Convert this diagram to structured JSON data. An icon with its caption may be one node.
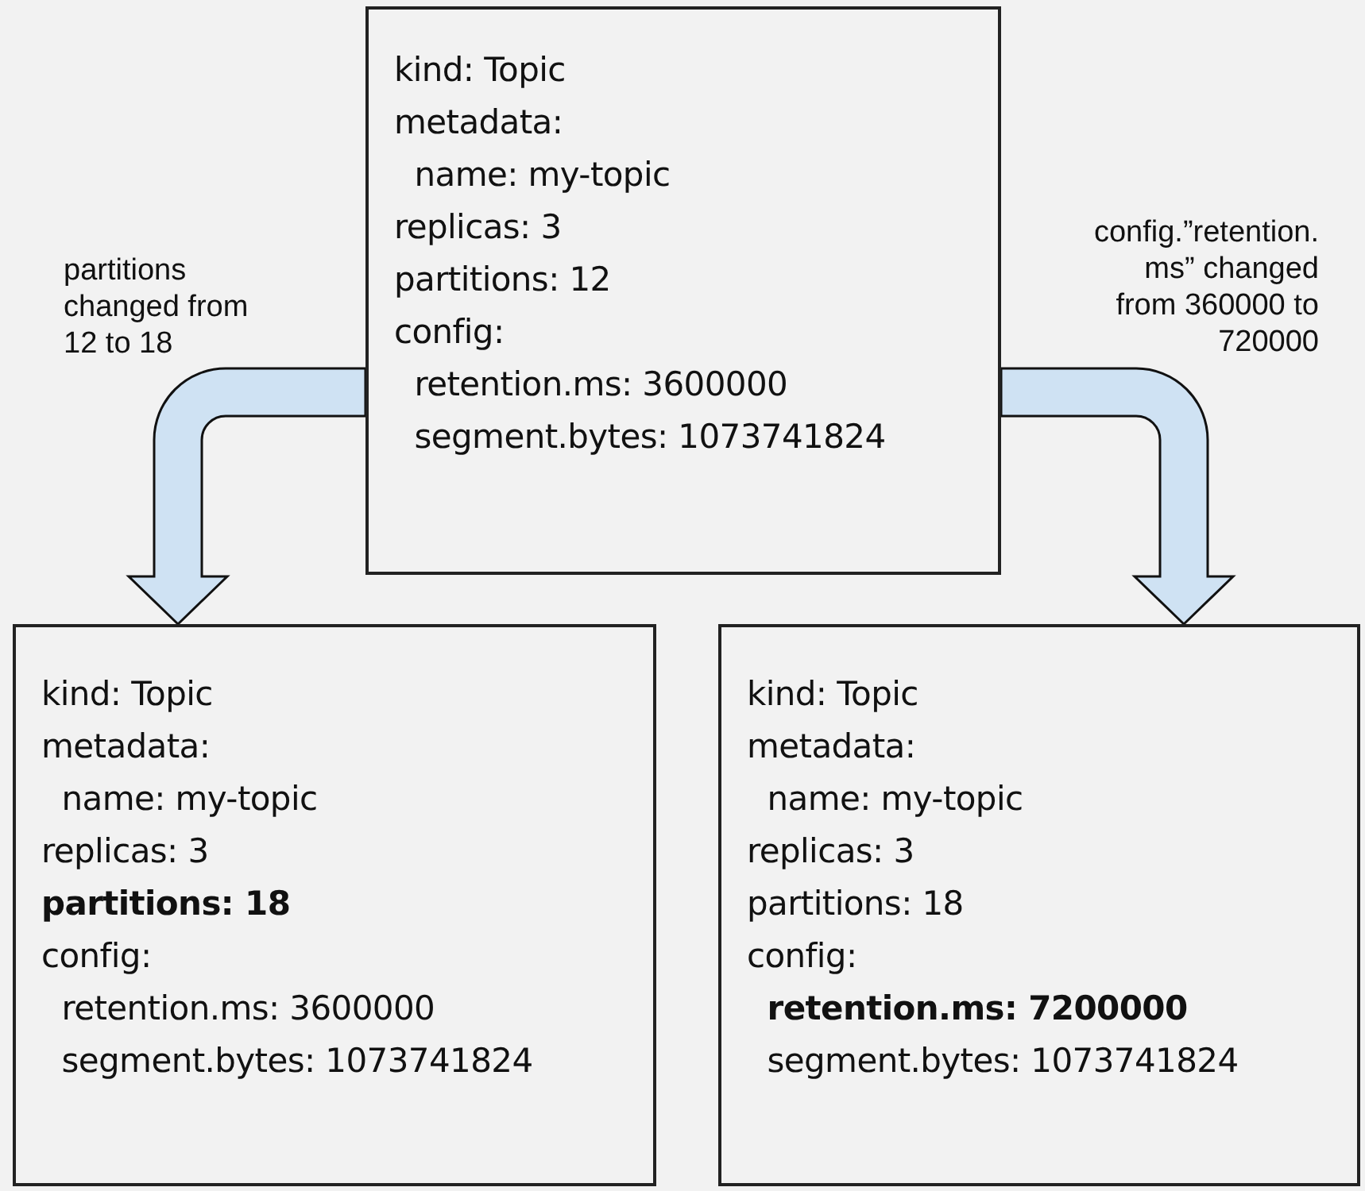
{
  "diagram": {
    "nodes": [
      {
        "text": [
          "kind: Topic",
          "metadata:",
          "  name: my-topic",
          "replicas: 3",
          "partitions: 12",
          "config:",
          "  retention.ms: 3600000",
          "  segment.bytes: 1073741824"
        ]
      },
      {
        "text": [
          "kind: Topic",
          "metadata:",
          "  name: my-topic",
          "replicas: 3",
          "**partitions: 18**",
          "config:",
          "  retention.ms: 3600000",
          "  segment.bytes: 1073741824"
        ]
      },
      {
        "text": [
          "kind: Topic",
          "metadata:",
          "  name: my-topic",
          "replicas: 3",
          "partitions: 18",
          "config:",
          "  **retention.ms: 7200000**",
          "  segment.bytes: 1073741824"
        ]
      }
    ],
    "edges": [
      {
        "from": 0,
        "to": 1,
        "arrow": "to",
        "label": "partitions changed from 12 to 18"
      },
      {
        "from": 0,
        "to": 2,
        "arrow": "to",
        "label": "config.”retention.ms” changed from 360000 to 720000"
      }
    ]
  }
}
